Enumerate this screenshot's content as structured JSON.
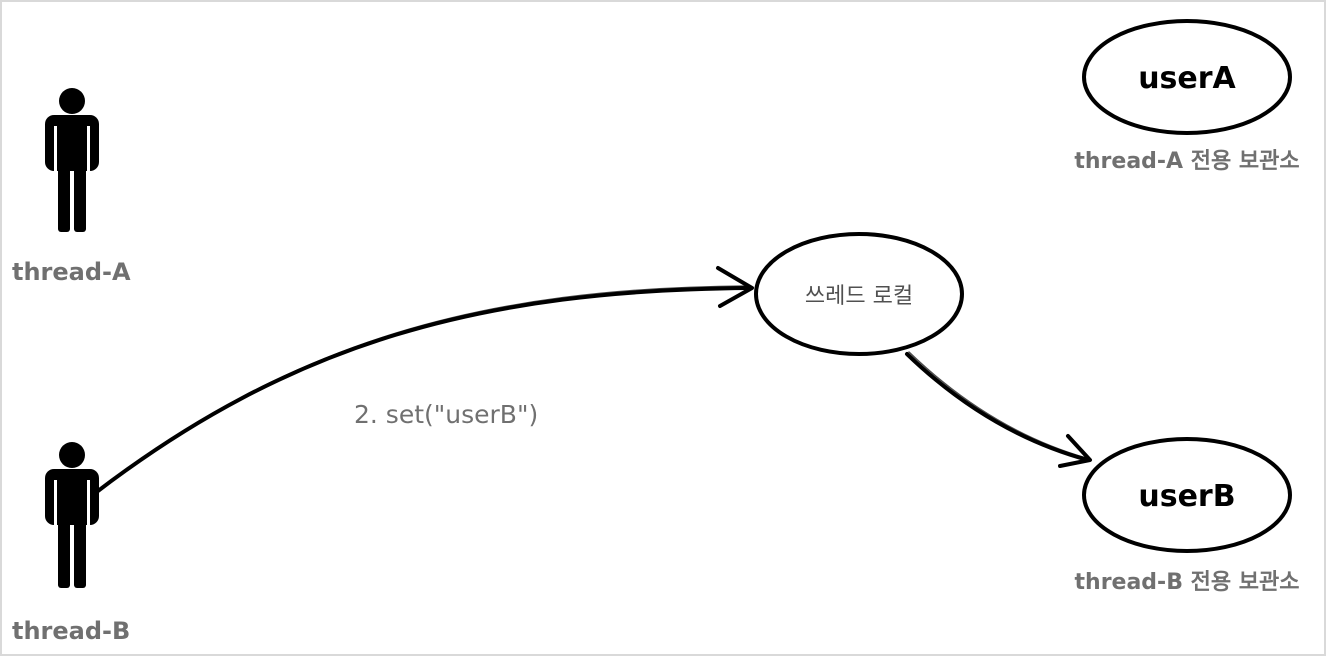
{
  "actors": {
    "thread_a": {
      "label": "thread-A"
    },
    "thread_b": {
      "label": "thread-B"
    }
  },
  "thread_local": {
    "label": "쓰레드 로컬"
  },
  "stores": {
    "store_a": {
      "value": "userA",
      "caption": "thread-A 전용 보관소"
    },
    "store_b": {
      "value": "userB",
      "caption": "thread-B 전용 보관소"
    }
  },
  "edges": {
    "set_call": {
      "label": "2. set(\"userB\")"
    }
  },
  "colors": {
    "stroke": "#000000",
    "label_gray": "#707070",
    "border": "#d9d9d9"
  }
}
